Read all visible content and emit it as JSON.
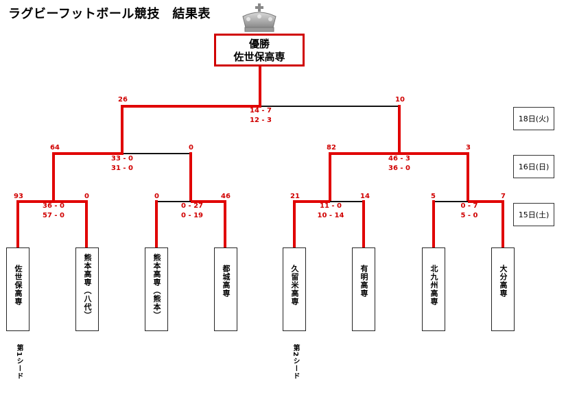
{
  "title": "ラグビーフットボール競技　結果表",
  "winner": {
    "label": "優勝",
    "team": "佐世保高専"
  },
  "days": [
    "18日(火)",
    "16日(日)",
    "15日(土)"
  ],
  "teams": [
    "佐世保高専",
    "熊本高専（八代）",
    "熊本高専（熊本）",
    "都城高専",
    "久留米高専",
    "有明高専",
    "北九州高専",
    "大分高専"
  ],
  "seeds": [
    "第1シード",
    "第2シード"
  ],
  "round1": {
    "totals": [
      "93",
      "0",
      "0",
      "46",
      "21",
      "14",
      "5",
      "7"
    ],
    "halves": [
      "36 - 0\n57 - 0",
      "0 - 27\n0 - 19",
      "11 - 0\n10 - 14",
      "0 - 7\n5 - 0"
    ]
  },
  "semis": {
    "totals": [
      "64",
      "0",
      "82",
      "3"
    ],
    "halves": [
      "33 - 0\n31 - 0",
      "46 - 3\n36 - 0"
    ]
  },
  "final": {
    "totals": [
      "26",
      "10"
    ],
    "halves": "14 - 7\n12 - 3"
  },
  "colors": {
    "win_line": "#e00000",
    "lose_line": "#111111",
    "score": "#d00000"
  }
}
